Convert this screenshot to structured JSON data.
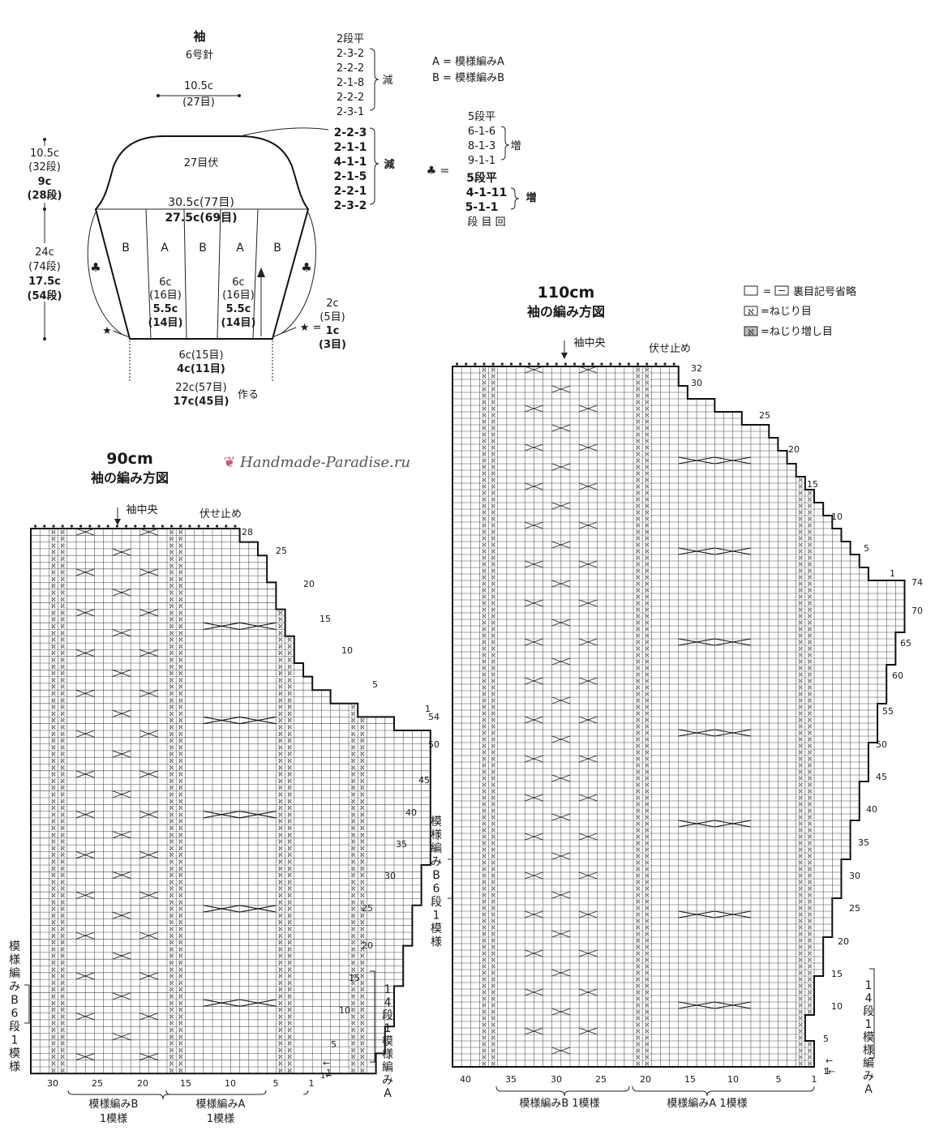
{
  "schematic": {
    "title": "袖",
    "needle": "6号針",
    "top_width": "10.5c",
    "top_width_stitches": "(27目)",
    "bind_off": "27目伏",
    "cap_height": [
      "10.5c",
      "(32段)",
      "9c",
      "(28段)"
    ],
    "body_height": [
      "24c",
      "(74段)",
      "17.5c",
      "(54段)"
    ],
    "max_width_a": "30.5c(77目)",
    "max_width_b": "27.5c(69目)",
    "panels": [
      "B",
      "A",
      "B",
      "A",
      "B"
    ],
    "panel_left": [
      "6c",
      "(16目)",
      "5.5c",
      "(14目)"
    ],
    "panel_right": [
      "6c",
      "(16目)",
      "5.5c",
      "(14目)"
    ],
    "bottom_inner_a": "6c(15目)",
    "bottom_inner_b": "4c(11目)",
    "bottom_a": "22c(57目)",
    "bottom_b": "17c(45目)",
    "cast_on": "作る",
    "star_side": [
      "2c",
      "(5目)",
      "1c",
      "(3目)"
    ],
    "star_eq": "★ =",
    "dec_list_a": [
      "2段平",
      "2-3-2",
      "2-2-2",
      "2-1-8",
      "2-2-2",
      "2-3-1"
    ],
    "dec_label_a": "減",
    "dec_list_b": [
      "2-2-3",
      "2-1-1",
      "4-1-1",
      "2-1-5",
      "2-2-1",
      "2-3-2"
    ],
    "dec_label_b": "減",
    "legend_a": "A = 模様編みA",
    "legend_b": "B = 模様編みB",
    "club_eq": "♣ =",
    "inc_list_a": [
      "5段平",
      "6-1-6",
      "8-1-3",
      "9-1-1"
    ],
    "inc_label_a": "増",
    "inc_list_b": [
      "5段平",
      "4-1-11",
      "5-1-1"
    ],
    "inc_label_b": "増",
    "inc_header": "段 目 回"
  },
  "symbols_legend": {
    "item1": "裏目記号省略",
    "item2": "=ねじり目",
    "item3": "=ねじり増し目",
    "eq": "="
  },
  "watermark": "Handmade-Paradise.ru",
  "chart90": {
    "title_size": "90cm",
    "title": "袖の編み方図",
    "center_label": "袖中央",
    "bind_off_label": "伏せ止め",
    "row_labels": [
      "1",
      "5",
      "10",
      "15",
      "20",
      "25",
      "30",
      "35",
      "40",
      "45",
      "50",
      "54",
      "5",
      "10",
      "15",
      "20",
      "25",
      "28"
    ],
    "col_labels": [
      "30",
      "25",
      "20",
      "15",
      "10",
      "5",
      "1"
    ],
    "pattern_b": [
      "模様編みB",
      "1模様"
    ],
    "pattern_a": [
      "模様編みA",
      "1模様"
    ],
    "side_left": "模様編みB6段1模様",
    "side_right": "14段1模様編みA"
  },
  "chart110": {
    "title_size": "110cm",
    "title": "袖の編み方図",
    "center_label": "袖中央",
    "bind_off_label": "伏せ止め",
    "row_labels": [
      "1",
      "5",
      "10",
      "15",
      "20",
      "25",
      "30",
      "35",
      "40",
      "45",
      "50",
      "55",
      "60",
      "65",
      "70",
      "74",
      "5",
      "10",
      "15",
      "20",
      "25",
      "30",
      "32"
    ],
    "col_labels": [
      "40",
      "35",
      "30",
      "25",
      "20",
      "15",
      "10",
      "5",
      "1"
    ],
    "pattern_b": "模様編みB 1模様",
    "pattern_a": "模様編みA 1模様",
    "side_left": "模様編みB6段1模様",
    "side_right": "14段1模様編みA"
  }
}
